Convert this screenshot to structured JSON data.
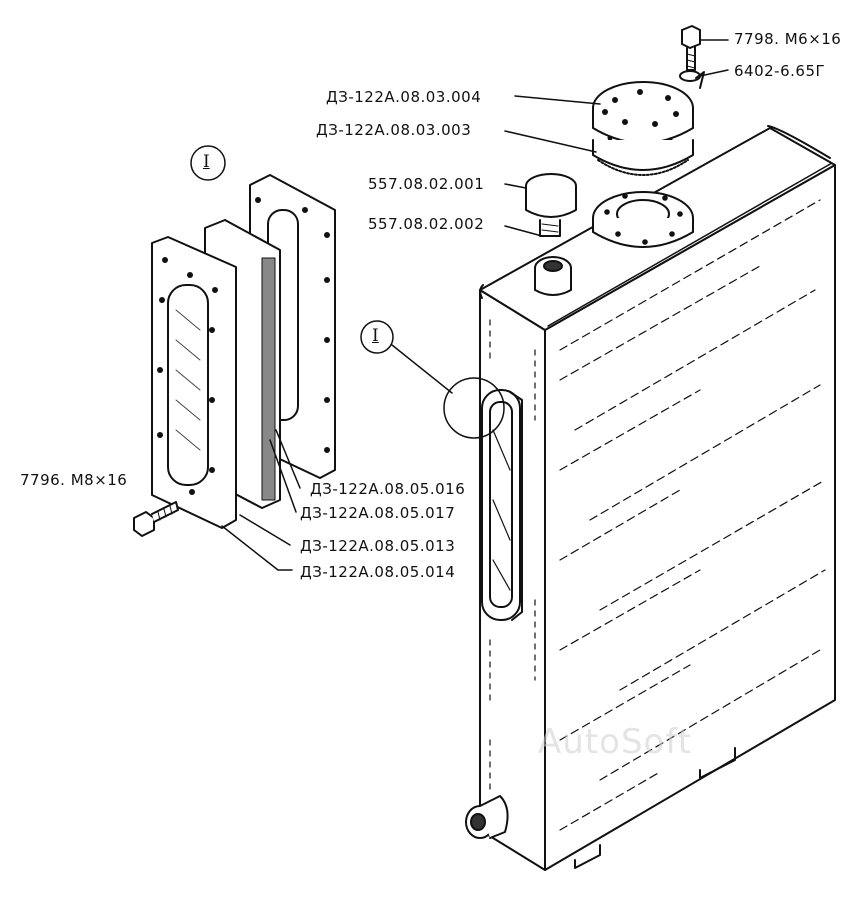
{
  "labels": {
    "bolt_top": "7798. М6×16",
    "washer_top": "6402-6.65Г",
    "cover": "ДЗ-122А.08.03.004",
    "gasket_cover": "ДЗ-122А.08.03.003",
    "cap": "557.08.02.001",
    "cap_base": "557.08.02.002",
    "glass_016": "ДЗ-122А.08.05.016",
    "glass_017": "ДЗ-122А.08.05.017",
    "glass_013": "ДЗ-122А.08.05.013",
    "glass_014": "ДЗ-122А.08.05.014",
    "bolt_left": "7796. М8×16"
  },
  "callouts": {
    "detail_view": "I",
    "detail_on_tank": "I"
  },
  "watermark": "AutoSoft",
  "colors": {
    "ink": "#111111",
    "paper": "#ffffff"
  }
}
